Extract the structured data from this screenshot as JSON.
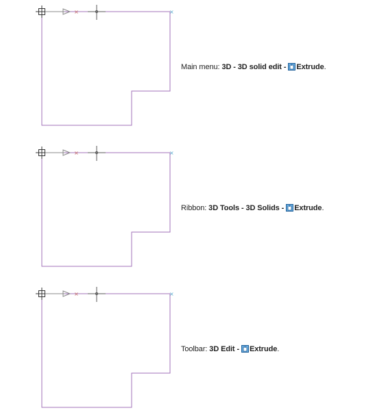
{
  "colors": {
    "outline": "#a070b8",
    "cursor": "#333333",
    "icon_fill": "#6aaee0",
    "icon_border": "#1f5f99"
  },
  "icons": {
    "extrude": "extrude-icon",
    "ucs": "ucs-icon"
  },
  "rows": [
    {
      "prefix": "Main menu: ",
      "path": "3D - 3D solid edit - ",
      "command": "Extrude",
      "end": "."
    },
    {
      "prefix": "Ribbon: ",
      "path": "3D Tools - 3D Solids - ",
      "command": "Extrude",
      "end": "."
    },
    {
      "prefix": "Toolbar: ",
      "path": "3D Edit - ",
      "command": "Extrude",
      "end": "."
    }
  ]
}
